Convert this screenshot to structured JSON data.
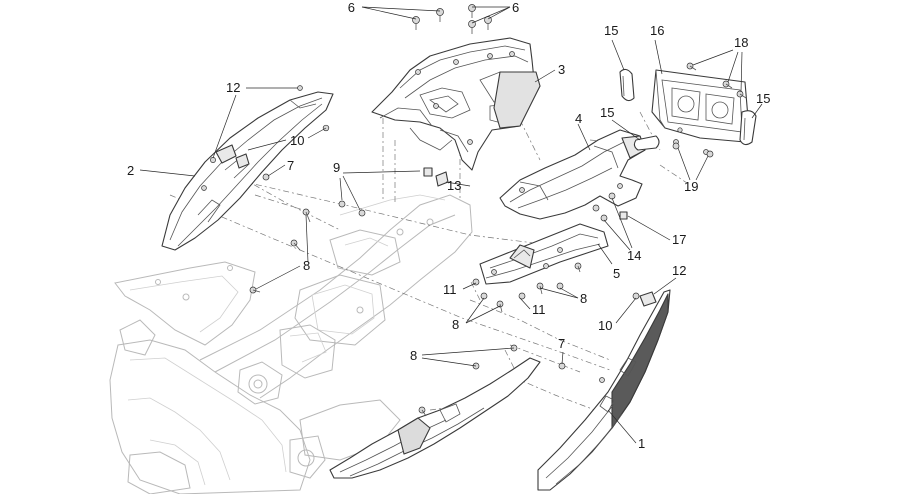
{
  "labels": {
    "l1": "1",
    "l2": "2",
    "l3": "3",
    "l4": "4",
    "l5": "5",
    "l6a": "6",
    "l6b": "6",
    "l7a": "7",
    "l7b": "7",
    "l8a": "8",
    "l8b": "8",
    "l8c": "8",
    "l8d": "8",
    "l9": "9",
    "l10a": "10",
    "l10b": "10",
    "l11a": "11",
    "l11b": "11",
    "l12a": "12",
    "l12b": "12",
    "l13": "13",
    "l14": "14",
    "l15a": "15",
    "l15b": "15",
    "l15c": "15",
    "l16": "16",
    "l17": "17",
    "l18": "18",
    "l19": "19"
  }
}
